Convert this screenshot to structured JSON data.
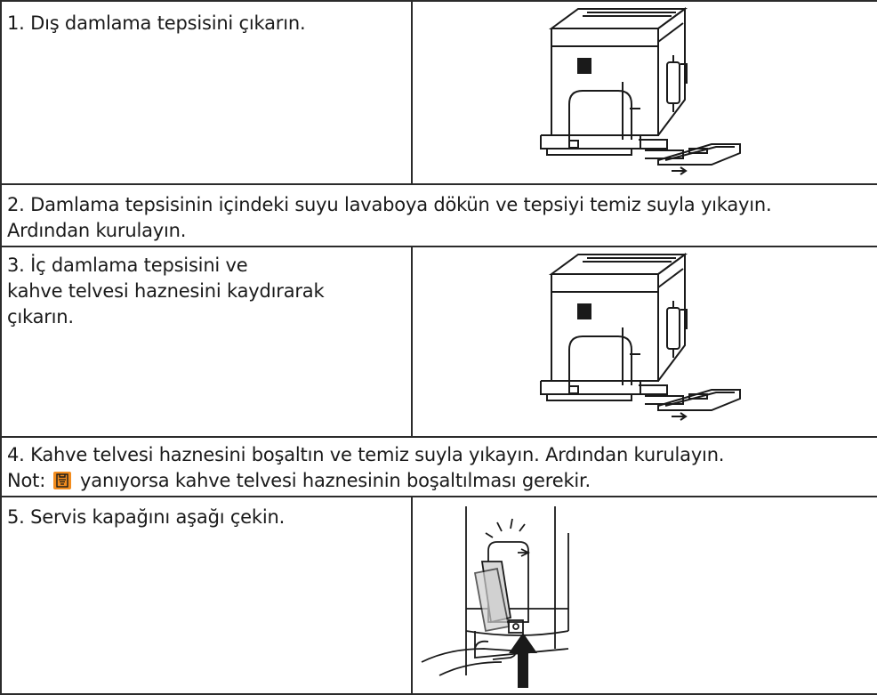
{
  "steps": [
    {
      "text": "1. Dış damlama tepsisini çıkarın.",
      "image": "remove-drip-tray-illustration"
    },
    {
      "line1": "2. Damlama tepsisinin içindeki suyu lavaboya dökün ve tepsiyi temiz suyla yıkayın.",
      "line2": "Ardından kurulayın."
    },
    {
      "line1": "3. İç damlama tepsisini ve",
      "line2": "kahve telvesi haznesini kaydırarak",
      "line3": "çıkarın.",
      "image": "slide-out-grounds-container-illustration"
    },
    {
      "line1": "4. Kahve telvesi haznesini boşaltın ve temiz suyla yıkayın. Ardından kurulayın.",
      "note_label": "Not:",
      "note_icon": "grounds-container-full-icon",
      "note_text": "yanıyorsa kahve telvesi haznesinin boşaltılması gerekir."
    },
    {
      "text": "5. Servis kapağını aşağı çekin.",
      "image": "pull-down-service-cover-illustration"
    }
  ],
  "colors": {
    "border": "#2b2b2b",
    "icon_bg": "#f28c1e",
    "line_art": "#1a1a1a"
  }
}
